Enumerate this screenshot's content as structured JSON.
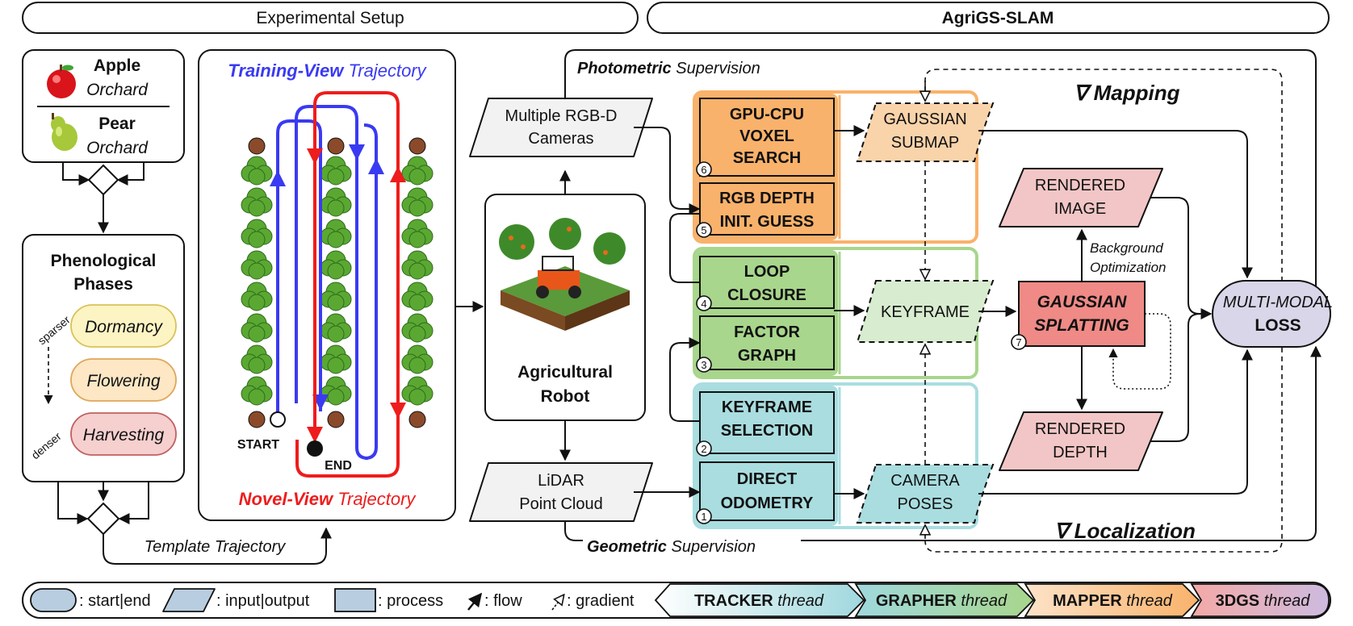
{
  "header": {
    "left": "Experimental Setup",
    "right": "AgriGS-SLAM"
  },
  "setup": {
    "apple": "Apple",
    "apple_sub": "Orchard",
    "pear": "Pear",
    "pear_sub": "Orchard",
    "phases_title_1": "Phenological",
    "phases_title_2": "Phases",
    "sparser": "sparser",
    "denser": "denser",
    "phases": [
      "Dormancy",
      "Flowering",
      "Harvesting"
    ],
    "template": "Template Trajectory"
  },
  "trajectory": {
    "train_bold": "Training-View",
    "train_rest": " Trajectory",
    "novel_bold": "Novel-View",
    "novel_rest": " Trajectory",
    "start": "START",
    "end": "END"
  },
  "robot": {
    "line1": "Agricultural",
    "line2": "Robot"
  },
  "inputs": {
    "rgbd_1": "Multiple RGB-D",
    "rgbd_2": "Cameras",
    "lidar_1": "LiDAR",
    "lidar_2": "Point Cloud"
  },
  "supervision": {
    "photo_bold": "Photometric",
    "photo_rest": " Supervision",
    "geo_bold": "Geometric",
    "geo_rest": " Supervision"
  },
  "processes": {
    "gpu_1": "GPU-CPU",
    "gpu_2": "VOXEL",
    "gpu_3": "SEARCH",
    "rgb_1": "RGB DEPTH",
    "rgb_2": "INIT. GUESS",
    "loop_1": "LOOP",
    "loop_2": "CLOSURE",
    "factor_1": "FACTOR",
    "factor_2": "GRAPH",
    "kfsel_1": "KEYFRAME",
    "kfsel_2": "SELECTION",
    "direct_1": "DIRECT",
    "direct_2": "ODOMETRY",
    "n1": "1",
    "n2": "2",
    "n3": "3",
    "n4": "4",
    "n5": "5",
    "n6": "6",
    "n7": "7"
  },
  "data_nodes": {
    "submap_1": "GAUSSIAN",
    "submap_2": "SUBMAP",
    "keyframe": "KEYFRAME",
    "poses_1": "CAMERA",
    "poses_2": "POSES",
    "img_1": "RENDERED",
    "img_2": "IMAGE",
    "depth_1": "RENDERED",
    "depth_2": "DEPTH",
    "gs_1": "GAUSSIAN",
    "gs_2": "SPLATTING",
    "bg_1": "Background",
    "bg_2": "Optimization",
    "mm_1": "MULTI-MODAL",
    "mm_2": "LOSS"
  },
  "labels": {
    "mapping": "∇ Mapping",
    "localization": "∇ Localization"
  },
  "legend": {
    "start_end": ": start|end",
    "io": ": input|output",
    "process": ": process",
    "flow": ": flow",
    "gradient": ": gradient",
    "tracker_b": "TRACKER",
    "tracker_i": " thread",
    "grapher_b": "GRAPHER",
    "grapher_i": " thread",
    "mapper_b": "MAPPER",
    "mapper_i": " thread",
    "dgs_b": "3DGS",
    "dgs_i": " thread"
  },
  "colors": {
    "orange": "#f9b26b",
    "green": "#a8d68c",
    "cyan": "#a9dde0",
    "red": "#ef8a86",
    "pink": "#f2c6c6",
    "lavender": "#d8d6e8",
    "blue_traj": "#3a3af2",
    "red_traj": "#ee1c1c"
  }
}
